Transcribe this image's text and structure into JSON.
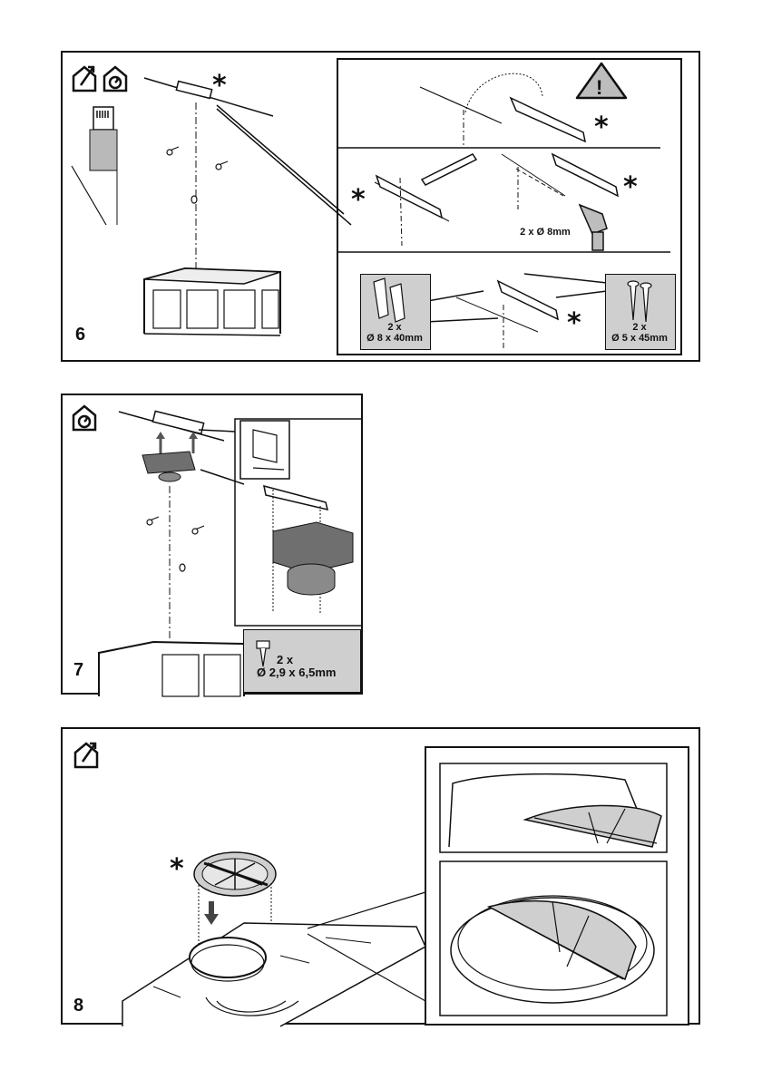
{
  "steps": [
    {
      "number": "6",
      "star": "*",
      "details": {
        "warning_mark": "!",
        "drill_label": "2 x Ø 8mm",
        "plug_qty": "2 x",
        "plug_size": "Ø 8 x 40mm",
        "screw_qty": "2 x",
        "screw_size": "Ø 5 x 45mm"
      },
      "icons": [
        "house-vent-out-icon",
        "house-recirculation-icon"
      ]
    },
    {
      "number": "7",
      "screw_qty": "2 x",
      "screw_size": "Ø 2,9 x 6,5mm",
      "icons": [
        "house-recirculation-icon"
      ]
    },
    {
      "number": "8",
      "star": "*",
      "icons": [
        "house-vent-out-icon"
      ]
    }
  ],
  "colors": {
    "frame": "#111111",
    "grey_box": "#cfcfcf",
    "part_dark": "#7d7d7d"
  }
}
